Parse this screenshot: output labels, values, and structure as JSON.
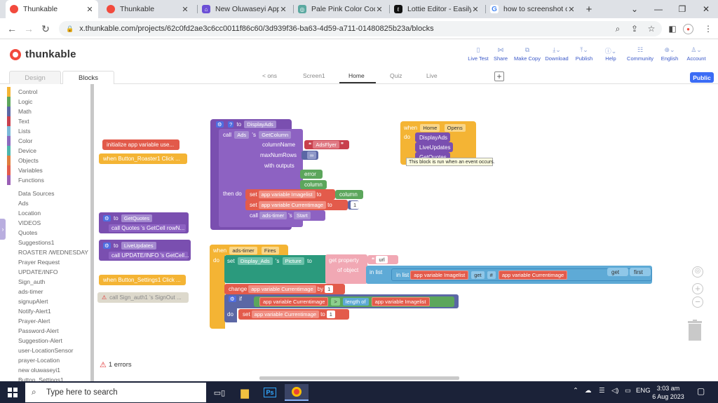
{
  "browser": {
    "tabs": [
      {
        "title": "Thunkable",
        "active": true,
        "fav": "thunkable-icon"
      },
      {
        "title": "Thunkable",
        "active": false,
        "fav": "thunkable-icon"
      },
      {
        "title": "New Oluwaseyi App: A",
        "active": false,
        "fav": "home-icon"
      },
      {
        "title": "Pale Pink Color Code",
        "active": false,
        "fav": "pale-pink-icon"
      },
      {
        "title": "Lottie Editor - Easily e",
        "active": false,
        "fav": "lottie-icon"
      },
      {
        "title": "how to screenshot on",
        "active": false,
        "fav": "google-icon"
      }
    ],
    "new_tab": "+",
    "url": "x.thunkable.com/projects/62c0fd2ae3c6cc0011f86c60/3d939f36-ba63-4d59-a711-01480825b23a/blocks"
  },
  "app": {
    "brand": "thunkable",
    "header_items": [
      "Live Test",
      "Share",
      "Make Copy",
      "Download",
      "Publish",
      "Help",
      "Community",
      "English",
      "Account"
    ],
    "mode_tabs": [
      "Design",
      "Blocks"
    ],
    "screen_tabs": [
      "< ons",
      "Screen1",
      "Home",
      "Quiz",
      "Live"
    ],
    "active_screen": "Home",
    "add_screen": "+",
    "public_label": "Public",
    "accent": "#3b6cf5",
    "brand_color": "#f24a3d"
  },
  "palette": {
    "builtins": [
      {
        "label": "Control",
        "color": "#f4b434"
      },
      {
        "label": "Logic",
        "color": "#5ca65c"
      },
      {
        "label": "Math",
        "color": "#5b67a5"
      },
      {
        "label": "Text",
        "color": "#c8404d"
      },
      {
        "label": "Lists",
        "color": "#7bb9d9"
      },
      {
        "label": "Color",
        "color": "#8a6bbf"
      },
      {
        "label": "Device",
        "color": "#4db6ac"
      },
      {
        "label": "Objects",
        "color": "#e07e3e"
      },
      {
        "label": "Variables",
        "color": "#e35b4b"
      },
      {
        "label": "Functions",
        "color": "#9a5fb5"
      }
    ],
    "components": [
      "Data Sources",
      "Ads",
      "Location",
      "VIDEOS",
      "Quotes",
      "Suggestions1",
      "ROASTER /WEDNESDAY",
      "Prayer Request",
      "UPDATE/INFO",
      "Sign_auth",
      "ads-timer",
      "signupAlert",
      "Notify-Alert1",
      "Prayer-Alert",
      "Password-Alert",
      "Suggestion-Alert",
      "user-LocationSensor",
      "prayer-Location",
      "new oluwaseyi1",
      "Button_Settings1"
    ]
  },
  "blocks": {
    "init_var": "initialize app variable use...",
    "roaster_click": "when Button_Roaster1 Click ...",
    "getquotes_to": "to",
    "getquotes_name": "GetQuotes",
    "getquotes_call": "call Quotes 's GetCell rowN...",
    "liveupdates_to": "to",
    "liveupdates_name": "LiveUpdates",
    "liveupdates_call": "call UPDATE/INFO 's GetCell...",
    "settings_click": "when Button_Settings1 Click ...",
    "signout_disabled": "call Sign_auth1 's SignOut ...",
    "displayads": {
      "to": "to",
      "name": "DisplayAds",
      "call": "call",
      "component": "Ads",
      "poss": "'s",
      "method": "GetColumn",
      "column_name_label": "columnName",
      "column_name_value": "AdsFlyer",
      "max_rows_label": "maxNumRows",
      "max_rows_value": "∞",
      "with_outputs": "with outputs",
      "error": "error",
      "column": "column",
      "then_do": "then do",
      "set": "set",
      "var_imagelist": "app variable Imagelist",
      "to_kw": "to",
      "column_val": "column",
      "var_currentimage": "app variable Currentimage",
      "one": "1",
      "call2": "call",
      "timer": "ads-timer",
      "start": "Start"
    },
    "home_opens": {
      "when": "when",
      "screen": "Home",
      "event": "Opens",
      "do": "do",
      "calls": [
        "DisplayAds",
        "LiveUpdates",
        "GetQuotes"
      ],
      "tooltip": "This block is run when an event occurs."
    },
    "timer_fires": {
      "when": "when",
      "timer": "ads-timer",
      "event": "Fires",
      "do": "do",
      "set": "set",
      "target": "Display_Ads",
      "poss": "'s",
      "prop": "Picture",
      "to": "to",
      "get_property": "get property",
      "url": "url",
      "of_object": "of object",
      "in_list": "in list",
      "in_list2": "in list",
      "var_imagelist": "app variable Imagelist",
      "get": "get",
      "hash": "#",
      "var_currentimage": "app variable Currentimage",
      "get2": "get",
      "first": "first",
      "change": "change",
      "by": "by",
      "one": "1",
      "if": "if",
      "gt": ">",
      "length_of": "length of",
      "do2": "do",
      "to2": "to"
    }
  },
  "errors_label": "1 errors",
  "taskbar": {
    "search_placeholder": "Type here to search",
    "language": "ENG",
    "time": "3:03 am",
    "date": "6 Aug 2023"
  }
}
